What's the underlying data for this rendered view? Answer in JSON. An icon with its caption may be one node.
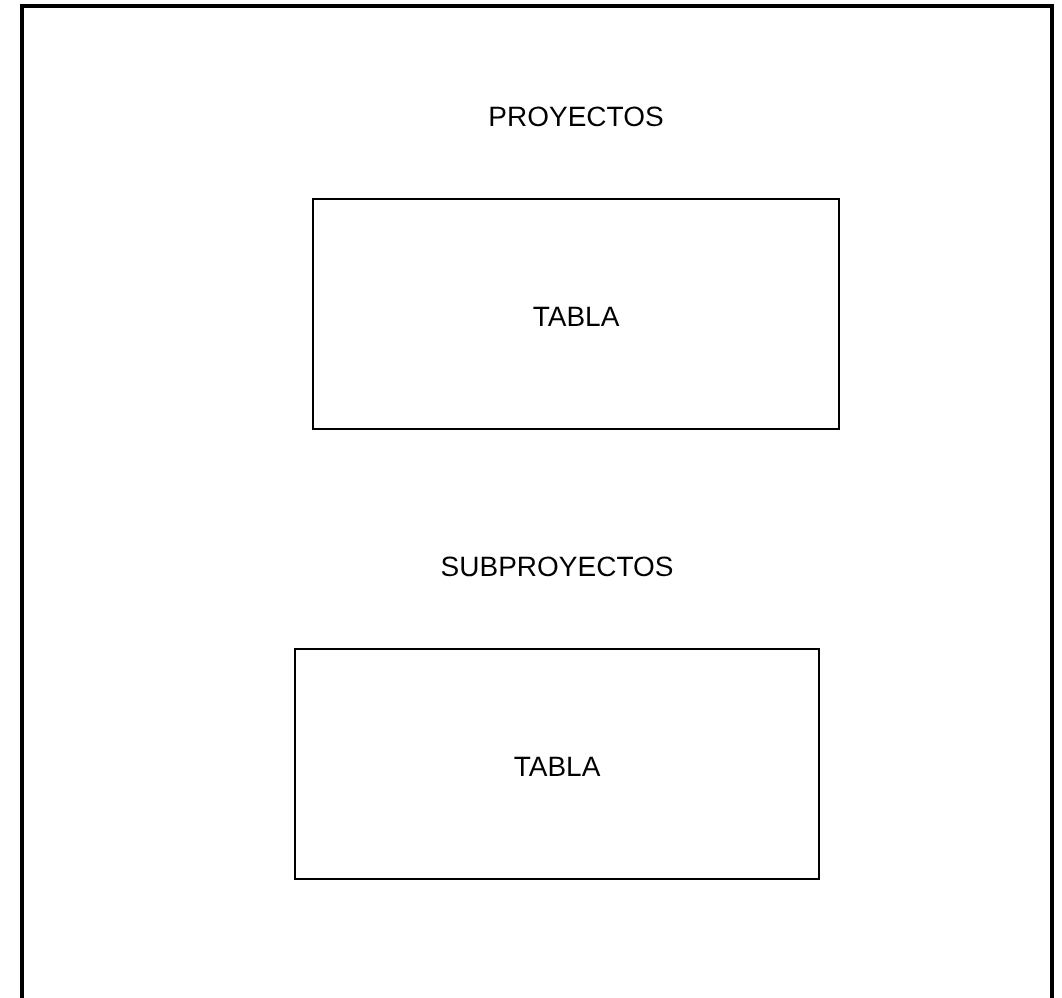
{
  "diagram": {
    "nodes": [
      {
        "text": [],
        "shape": "box"
      },
      {
        "text": [
          "PROYECTOS",
          "TABLA"
        ],
        "in": 0
      },
      {
        "text": [
          "SUBPROYECTOS",
          "TABLA"
        ],
        "in": 0
      }
    ]
  }
}
